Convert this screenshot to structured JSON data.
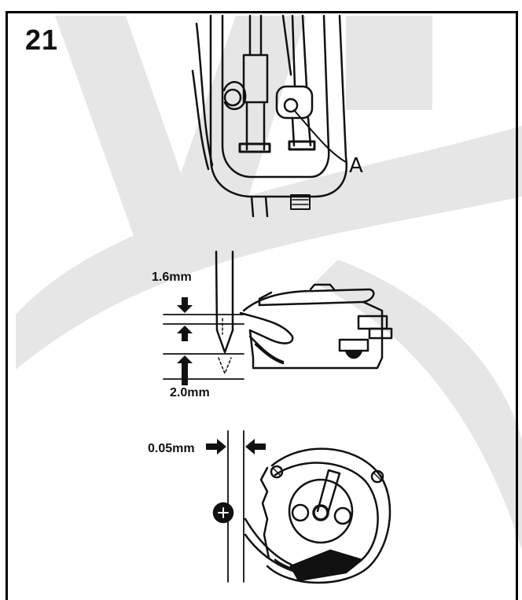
{
  "figure": {
    "number": "21",
    "labels": {
      "part_a": "A",
      "needle_height_top": "1.6mm",
      "needle_height_bottom": "2.0mm",
      "hook_clearance": "0.05mm"
    }
  },
  "colors": {
    "line": "#111111",
    "watermark": "#e6e6e6",
    "background": "#ffffff"
  }
}
